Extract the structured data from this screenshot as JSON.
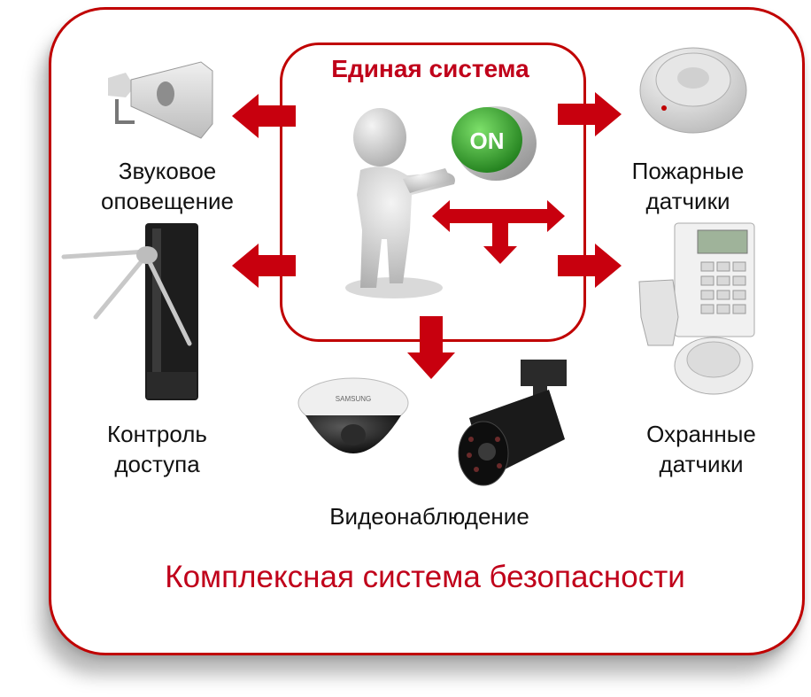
{
  "center": {
    "title": "Единая система",
    "button_text": "ON"
  },
  "devices": {
    "sound": {
      "line1": "Звуковое",
      "line2": "оповещение"
    },
    "fire": {
      "line1": "Пожарные",
      "line2": "датчики"
    },
    "access": {
      "line1": "Контроль",
      "line2": "доступа"
    },
    "security": {
      "line1": "Охранные",
      "line2": "датчики"
    },
    "video": {
      "label": "Видеонаблюдение",
      "camera_brand": "SAMSUNG"
    }
  },
  "footer_title": "Комплексная система безопасности",
  "colors": {
    "accent_red": "#c0001a",
    "button_green": "#2e9a2a"
  },
  "icons": [
    "horn-speaker-icon",
    "smoke-detector-icon",
    "turnstile-icon",
    "alarm-keypad-icon",
    "dome-camera-icon",
    "bullet-camera-icon",
    "person-figure-icon",
    "on-button-icon"
  ]
}
